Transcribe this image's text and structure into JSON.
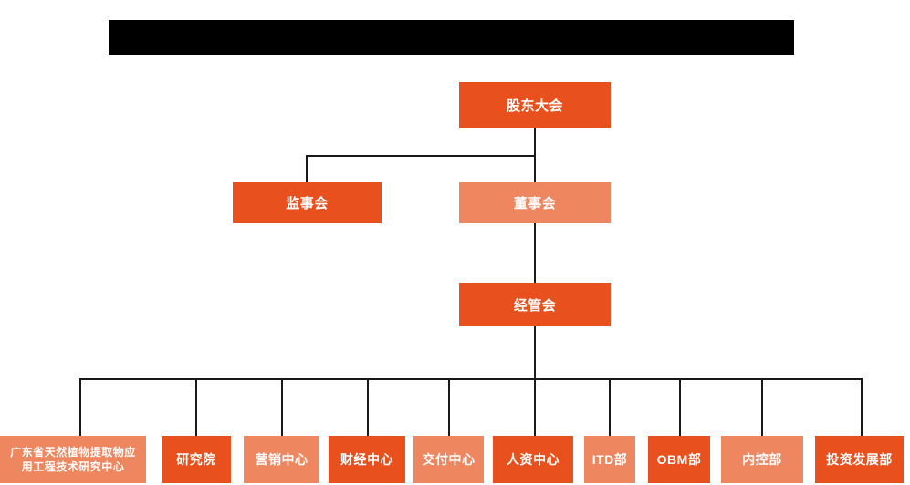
{
  "page": {
    "background_color": "#ffffff",
    "title_bar": {
      "label": "",
      "color": "#000000"
    }
  },
  "palette": {
    "dark_orange": "#e8511e",
    "light_orange": "#ee8760",
    "line_color": "#1a1a1a",
    "text_color": "#ffffff"
  },
  "org_chart": {
    "level1": {
      "label": "股东大会",
      "style": "dark"
    },
    "level2": [
      {
        "label": "监事会",
        "style": "dark"
      },
      {
        "label": "董事会",
        "style": "light"
      }
    ],
    "level3": {
      "label": "经管会",
      "style": "dark"
    },
    "departments": [
      {
        "label": "广东省天然植物提取物应用工程技术研究中心",
        "line1": "广东省天然植物提取物应",
        "line2": "用工程技术研究中心",
        "style": "light"
      },
      {
        "label": "研究院",
        "style": "dark"
      },
      {
        "label": "营销中心",
        "style": "light"
      },
      {
        "label": "财经中心",
        "style": "dark"
      },
      {
        "label": "交付中心",
        "style": "light"
      },
      {
        "label": "人资中心",
        "style": "dark"
      },
      {
        "label": "ITD部",
        "style": "light"
      },
      {
        "label": "OBM部",
        "style": "dark"
      },
      {
        "label": "内控部",
        "style": "light"
      },
      {
        "label": "投资发展部",
        "style": "dark"
      }
    ]
  }
}
